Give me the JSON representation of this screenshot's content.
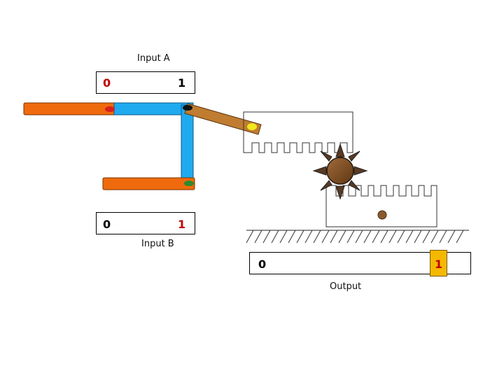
{
  "input_a": {
    "label": "Input A",
    "left_value": "0",
    "right_value": "1"
  },
  "input_b": {
    "label": "Input B",
    "left_value": "0",
    "right_value": "1"
  },
  "output": {
    "label": "Output",
    "left_value": "0",
    "right_value": "1"
  },
  "colors": {
    "orange_bar": "#ef6a0c",
    "blue_bar": "#1faaf0",
    "lever": "#c07c30",
    "gear": "#7a4a22",
    "red_pin": "#d81e1e",
    "yellow_pin": "#f0e81e",
    "green_pin": "#2e8a2e",
    "output_active": "#f5b800"
  }
}
